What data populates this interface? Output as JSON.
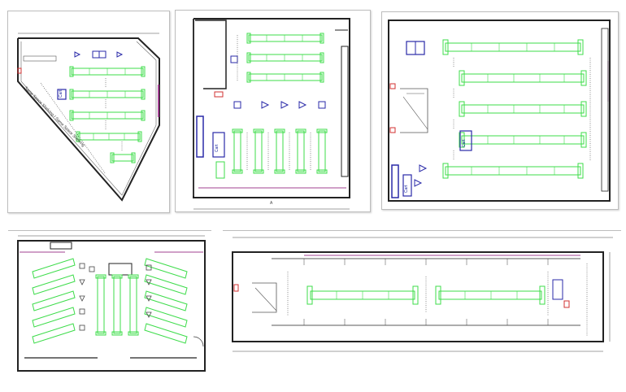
{
  "colors": {
    "wall": "#222222",
    "shelf": "#3ddc4a",
    "fixture": "#2a2aa8",
    "counter": "#2a2aa8",
    "accent_red": "#d03030",
    "accent_purple": "#a04090",
    "dimension": "#444444",
    "frame": "#bdbdbd"
  },
  "panels": [
    {
      "id": "plan-1",
      "shape": "pentagon",
      "labels": {
        "cart": "Cart",
        "wall_note": "Same Space Shelving / Same Space Shelving"
      }
    },
    {
      "id": "plan-2",
      "shape": "rectangle-notched",
      "labels": {
        "cart": "Cart",
        "dim": "A"
      }
    },
    {
      "id": "plan-3",
      "shape": "rectangle",
      "labels": {
        "cart": "Cart",
        "cart_lower": "Cart"
      }
    },
    {
      "id": "plan-4",
      "shape": "rectangle",
      "labels": {}
    },
    {
      "id": "plan-5",
      "shape": "long-rectangle",
      "labels": {}
    }
  ],
  "icons": [
    "triangle-fixture-icon",
    "square-fixture-icon",
    "double-door-icon",
    "checkout-counter-icon"
  ]
}
